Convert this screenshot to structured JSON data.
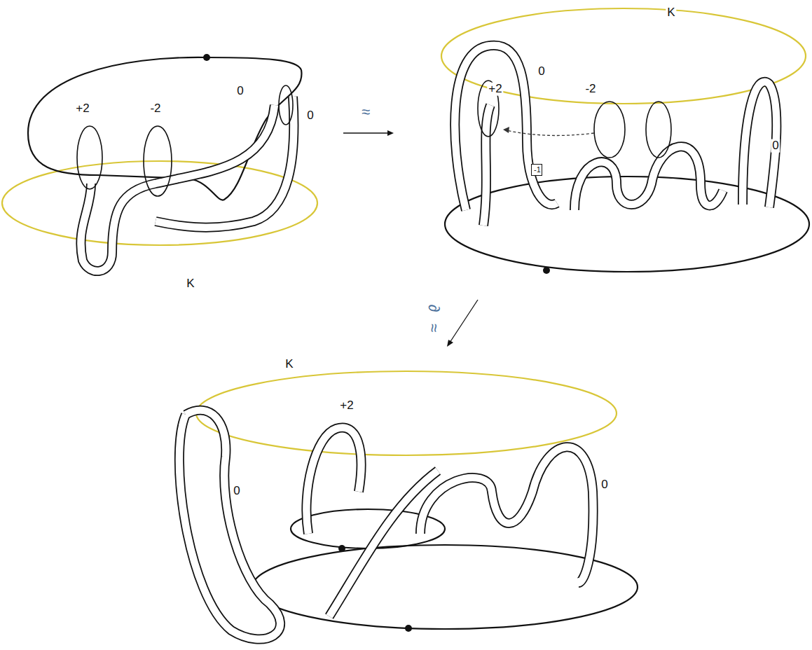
{
  "diagram": {
    "nodes": [
      {
        "text": [
          "-1"
        ]
      }
    ],
    "labels": [
      "+2",
      "-2",
      "0",
      "0",
      "K",
      "≈",
      "K",
      "0",
      "+2",
      "-2",
      "0",
      "∂",
      "≈",
      "K",
      "0",
      "+2",
      "0"
    ]
  }
}
